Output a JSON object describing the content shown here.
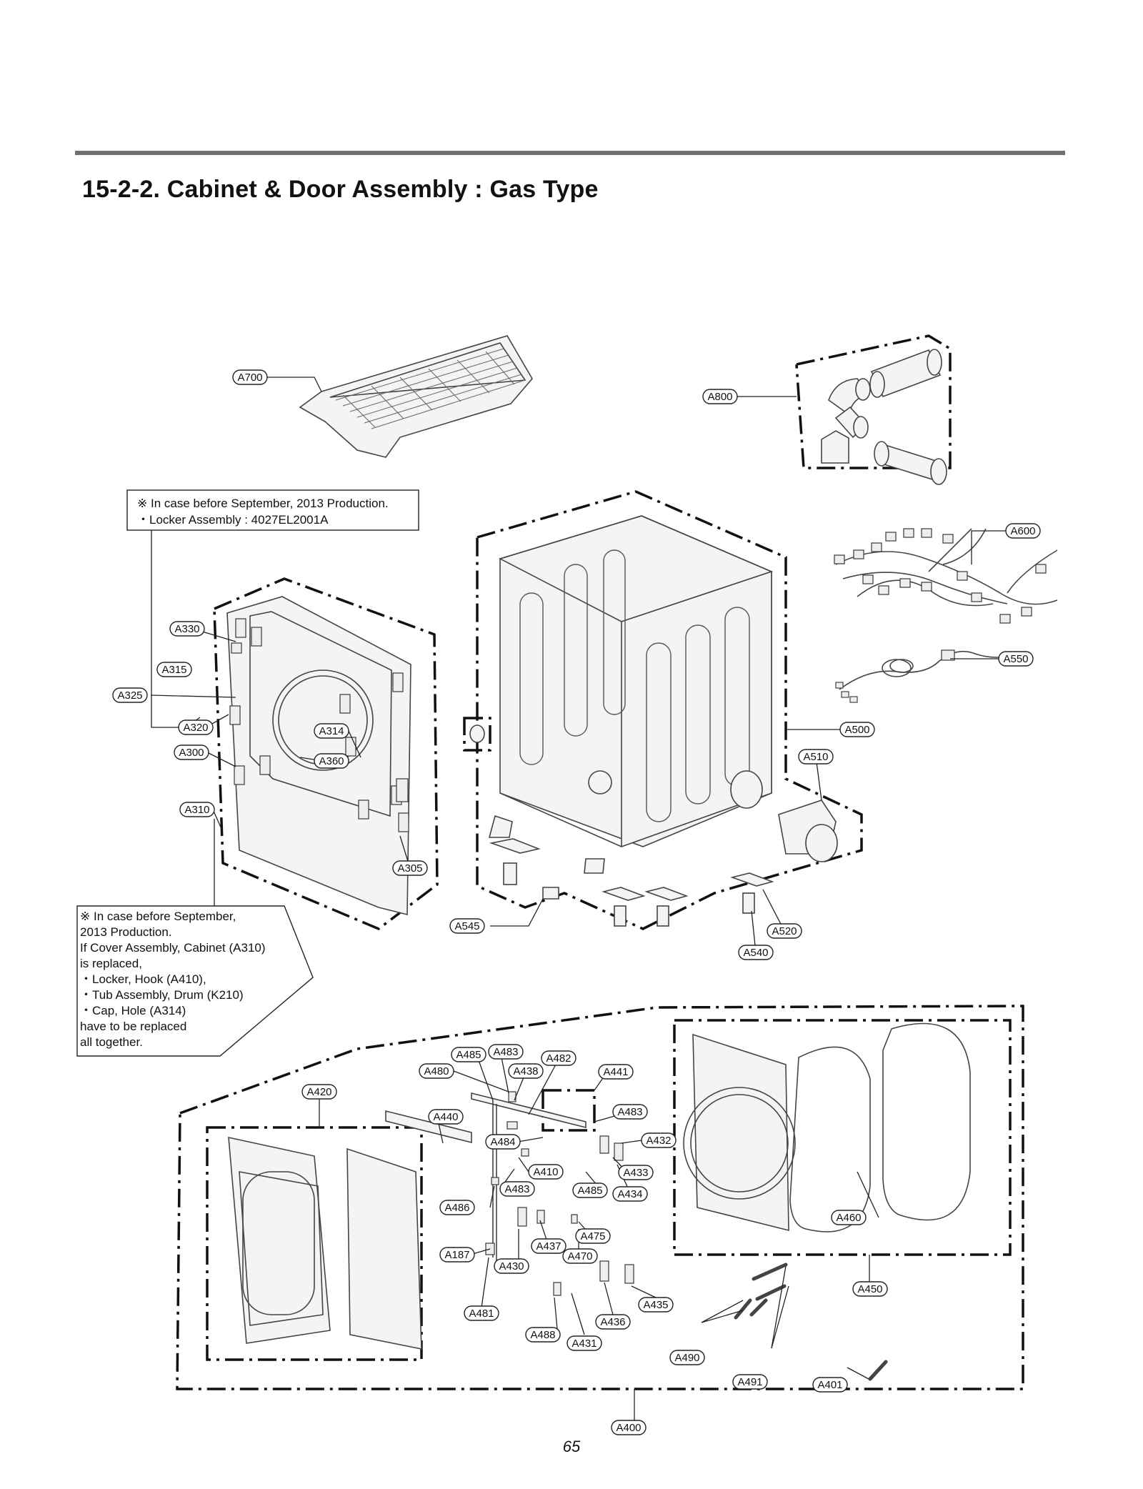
{
  "page": {
    "title": "15-2-2. Cabinet & Door Assembly : Gas Type",
    "page_number": "65"
  },
  "notes": {
    "top": {
      "line1": "※ In case before September, 2013 Production.",
      "line2": "・Locker Assembly : 4027EL2001A"
    },
    "bottom": {
      "line1": "※ In case before September,",
      "line2": "2013 Production.",
      "line3": "If Cover Assembly, Cabinet (A310)",
      "line4": "is replaced,",
      "line5": "・Locker, Hook (A410),",
      "line6": "・Tub Assembly, Drum (K210)",
      "line7": "・Cap, Hole (A314)",
      "line8": "have to be replaced",
      "line9": "all together."
    }
  },
  "callouts": {
    "a700": "A700",
    "a800": "A800",
    "a600": "A600",
    "a550": "A550",
    "a500": "A500",
    "a510": "A510",
    "a520": "A520",
    "a540": "A540",
    "a545": "A545",
    "a330": "A330",
    "a315": "A315",
    "a325": "A325",
    "a320": "A320",
    "a314": "A314",
    "a300": "A300",
    "a360": "A360",
    "a310": "A310",
    "a305": "A305",
    "a420": "A420",
    "a480": "A480",
    "a485a": "A485",
    "a483a": "A483",
    "a438": "A438",
    "a482": "A482",
    "a441": "A441",
    "a440": "A440",
    "a483b": "A483",
    "a484": "A484",
    "a432": "A432",
    "a410": "A410",
    "a433": "A433",
    "a483c": "A483",
    "a485b": "A485",
    "a434": "A434",
    "a486": "A486",
    "a475": "A475",
    "a437": "A437",
    "a470": "A470",
    "a187": "A187",
    "a430": "A430",
    "a481": "A481",
    "a436": "A436",
    "a435": "A435",
    "a488": "A488",
    "a431": "A431",
    "a460": "A460",
    "a450": "A450",
    "a490": "A490",
    "a491": "A491",
    "a401": "A401",
    "a400": "A400"
  }
}
